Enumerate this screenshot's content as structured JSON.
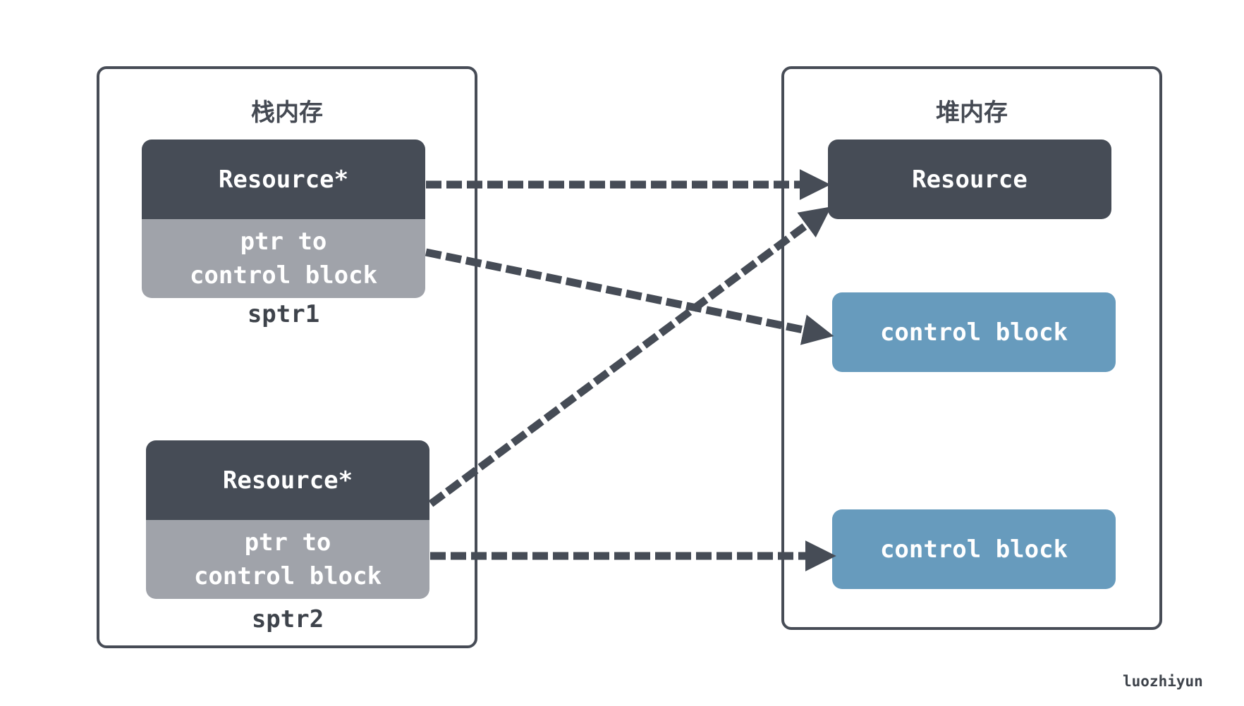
{
  "stack": {
    "title": "栈内存",
    "pointers": [
      {
        "top_label": "Resource*",
        "bottom_line1": "ptr to",
        "bottom_line2": "control block",
        "caption": "sptr1"
      },
      {
        "top_label": "Resource*",
        "bottom_line1": "ptr to",
        "bottom_line2": "control block",
        "caption": "sptr2"
      }
    ]
  },
  "heap": {
    "title": "堆内存",
    "resource_label": "Resource",
    "control_blocks": [
      {
        "label": "control block"
      },
      {
        "label": "control block"
      }
    ]
  },
  "arrows": [
    {
      "from": "sptr1.resource_ptr",
      "to": "heap.resource",
      "style": "dashed"
    },
    {
      "from": "sptr1.control_block_ptr",
      "to": "heap.control_block_1",
      "style": "dashed"
    },
    {
      "from": "sptr2.resource_ptr",
      "to": "heap.resource",
      "style": "dashed"
    },
    {
      "from": "sptr2.control_block_ptr",
      "to": "heap.control_block_2",
      "style": "dashed"
    }
  ],
  "watermark": "luozhiyun",
  "colors": {
    "dark_box": "#464c56",
    "gray_box": "#a0a3aa",
    "blue_box": "#679bbd",
    "border": "#474c56",
    "arrow": "#464c56"
  }
}
